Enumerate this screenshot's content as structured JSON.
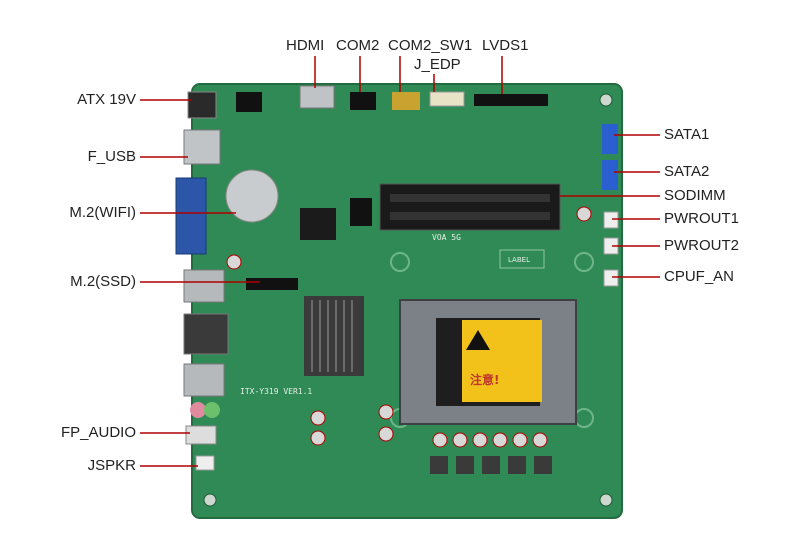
{
  "labels": {
    "top": [
      "HDMI",
      "COM2",
      "COM2_SW1",
      "J_EDP",
      "LVDS1"
    ],
    "left": [
      "ATX 19V",
      "F_USB",
      "M.2(WIFI)",
      "M.2(SSD)",
      "FP_AUDIO",
      "JSPKR"
    ],
    "right": [
      "SATA1",
      "SATA2",
      "SODIMM",
      "PWROUT1",
      "PWROUT2",
      "CPUF_AN"
    ]
  },
  "board_text": {
    "board_name": "ITX-Y319 VER1.1",
    "socket_warning": "注意!",
    "sodimm_marking": "VOA 5G",
    "label_pad": "LABEL"
  },
  "colors": {
    "pcb": "#2f8a55",
    "pcb_edge": "#236b40",
    "leader": "#b00000",
    "text": "#222222"
  }
}
